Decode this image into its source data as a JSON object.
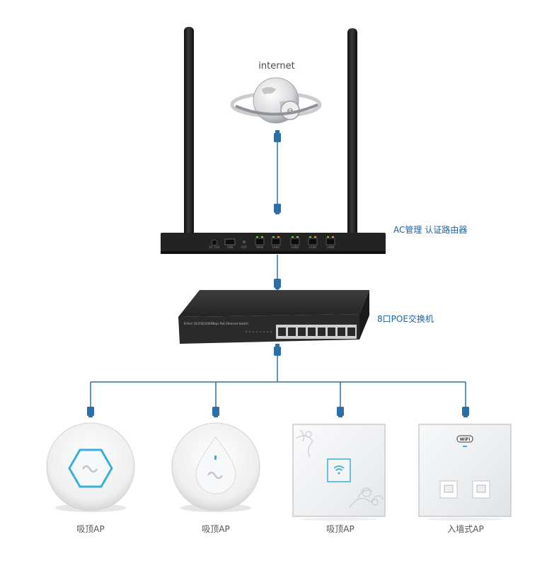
{
  "internet": {
    "label": "internet"
  },
  "router": {
    "label": "AC管理 认证路由器",
    "port_labels": [
      "DC 12V",
      "USB",
      "RST",
      "WAN",
      "LAN1",
      "LAN2",
      "LAN3",
      "LAN4"
    ]
  },
  "switch": {
    "label": "8口POE交换机",
    "front_text": "8-Port 10/100/1000Mbps PoE Ethernet Switch"
  },
  "aps": [
    {
      "label": "吸顶AP"
    },
    {
      "label": "吸顶AP"
    },
    {
      "label": "吸顶AP"
    },
    {
      "label": "入墙式AP"
    }
  ],
  "colors": {
    "cable": "#2c6fa8",
    "label_blue": "#1d5f9e",
    "router_body": "#232323",
    "switch_body": "#2a2a2a",
    "hex_accent": "#3aaed8"
  }
}
